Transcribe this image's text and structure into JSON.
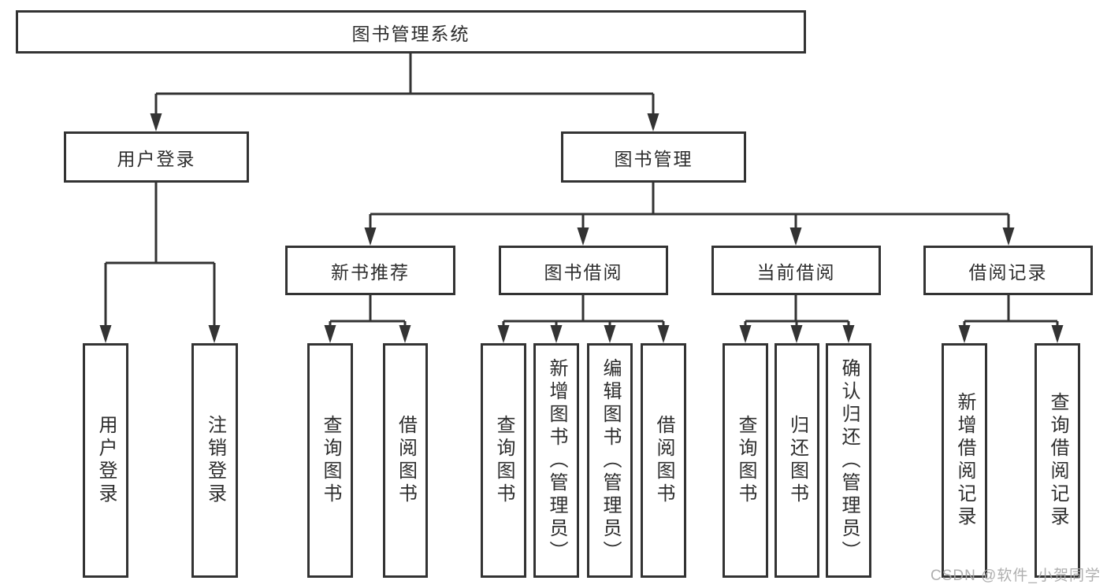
{
  "watermark": "CSDN @软件_小贺同学",
  "colors": {
    "line": "#333333",
    "box_border": "#333333",
    "text": "#2d2d2d",
    "watermark": "#a8a8a8",
    "background": "#ffffff"
  },
  "tree": {
    "root": {
      "label": "图书管理系统",
      "children": [
        {
          "label": "用户登录",
          "children": [
            {
              "label": "用户登录"
            },
            {
              "label": "注销登录"
            }
          ]
        },
        {
          "label": "图书管理",
          "children": [
            {
              "label": "新书推荐",
              "children": [
                {
                  "label": "查询图书"
                },
                {
                  "label": "借阅图书"
                }
              ]
            },
            {
              "label": "图书借阅",
              "children": [
                {
                  "label": "查询图书"
                },
                {
                  "label": "新增图书（管理员）"
                },
                {
                  "label": "编辑图书（管理员）"
                },
                {
                  "label": "借阅图书"
                }
              ]
            },
            {
              "label": "当前借阅",
              "children": [
                {
                  "label": "查询图书"
                },
                {
                  "label": "归还图书"
                },
                {
                  "label": "确认归还（管理员）"
                }
              ]
            },
            {
              "label": "借阅记录",
              "children": [
                {
                  "label": "新增借阅记录"
                },
                {
                  "label": "查询借阅记录"
                }
              ]
            }
          ]
        }
      ]
    }
  }
}
